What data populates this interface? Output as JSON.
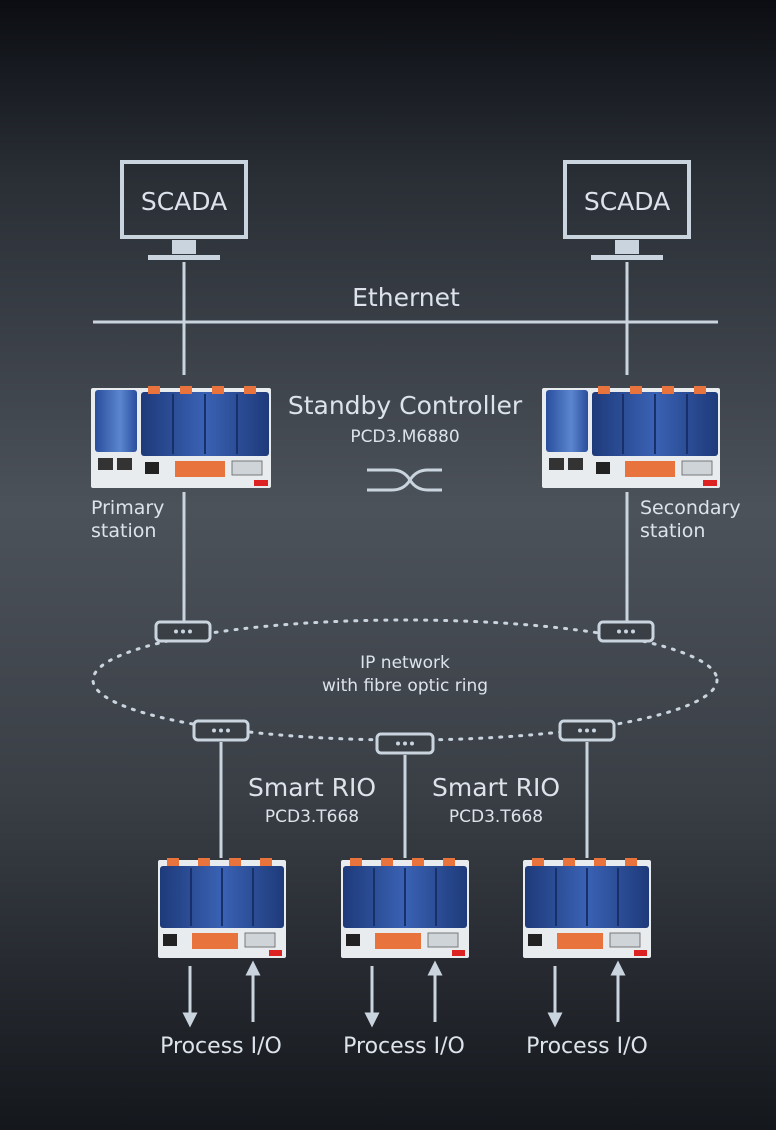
{
  "scada_left": "SCADA",
  "scada_right": "SCADA",
  "ethernet": "Ethernet",
  "standby": {
    "title": "Standby Controller",
    "model": "PCD3.M6880"
  },
  "primary": {
    "line1": "Primary",
    "line2": "station"
  },
  "secondary": {
    "line1": "Secondary",
    "line2": "station"
  },
  "network": {
    "line1": "IP network",
    "line2": "with fibre optic ring"
  },
  "rio_left": {
    "title": "Smart RIO",
    "model": "PCD3.T668"
  },
  "rio_right": {
    "title": "Smart RIO",
    "model": "PCD3.T668"
  },
  "io_left": "Process I/O",
  "io_mid": "Process I/O",
  "io_right": "Process I/O",
  "colors": {
    "line": "#c9d4de",
    "module_blue": "#2f4f96",
    "module_orange": "#e8733c"
  }
}
